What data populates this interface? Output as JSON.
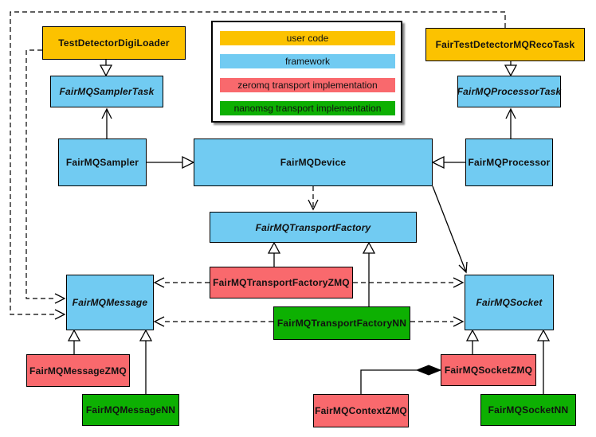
{
  "colors": {
    "user-code": "#fcc200",
    "framework": "#71cbf2",
    "zeromq": "#f9696d",
    "nanomsg": "#0db002",
    "line": "#000000",
    "background": "#ffffff"
  },
  "legend": {
    "items": [
      {
        "label": "user code",
        "category": "user-code"
      },
      {
        "label": "framework",
        "category": "framework"
      },
      {
        "label": "zeromq transport implementation",
        "category": "zeromq"
      },
      {
        "label": "nanomsg transport implementation",
        "category": "nanomsg"
      }
    ]
  },
  "nodes": [
    {
      "id": "TestDetectorDigiLoader",
      "label": "TestDetectorDigiLoader",
      "category": "user-code",
      "abstract": false
    },
    {
      "id": "FairTestDetectorMQRecoTask",
      "label": "FairTestDetectorMQRecoTask",
      "category": "user-code",
      "abstract": false
    },
    {
      "id": "FairMQSamplerTask",
      "label": "FairMQSamplerTask",
      "category": "framework",
      "abstract": true
    },
    {
      "id": "FairMQProcessorTask",
      "label": "FairMQProcessorTask",
      "category": "framework",
      "abstract": true
    },
    {
      "id": "FairMQSampler",
      "label": "FairMQSampler",
      "category": "framework",
      "abstract": false
    },
    {
      "id": "FairMQDevice",
      "label": "FairMQDevice",
      "category": "framework",
      "abstract": false
    },
    {
      "id": "FairMQProcessor",
      "label": "FairMQProcessor",
      "category": "framework",
      "abstract": false
    },
    {
      "id": "FairMQTransportFactory",
      "label": "FairMQTransportFactory",
      "category": "framework",
      "abstract": true
    },
    {
      "id": "FairMQTransportFactoryZMQ",
      "label": "FairMQTransportFactoryZMQ",
      "category": "zeromq",
      "abstract": false
    },
    {
      "id": "FairMQTransportFactoryNN",
      "label": "FairMQTransportFactoryNN",
      "category": "nanomsg",
      "abstract": false
    },
    {
      "id": "FairMQMessage",
      "label": "FairMQMessage",
      "category": "framework",
      "abstract": true
    },
    {
      "id": "FairMQSocket",
      "label": "FairMQSocket",
      "category": "framework",
      "abstract": true
    },
    {
      "id": "FairMQMessageZMQ",
      "label": "FairMQMessageZMQ",
      "category": "zeromq",
      "abstract": false
    },
    {
      "id": "FairMQMessageNN",
      "label": "FairMQMessageNN",
      "category": "nanomsg",
      "abstract": false
    },
    {
      "id": "FairMQSocketZMQ",
      "label": "FairMQSocketZMQ",
      "category": "zeromq",
      "abstract": false
    },
    {
      "id": "FairMQSocketNN",
      "label": "FairMQSocketNN",
      "category": "nanomsg",
      "abstract": false
    },
    {
      "id": "FairMQContextZMQ",
      "label": "FairMQContextZMQ",
      "category": "zeromq",
      "abstract": false
    }
  ],
  "relationships": [
    {
      "from": "TestDetectorDigiLoader",
      "to": "FairMQSamplerTask",
      "type": "inheritance"
    },
    {
      "from": "FairTestDetectorMQRecoTask",
      "to": "FairMQProcessorTask",
      "type": "inheritance"
    },
    {
      "from": "FairMQSampler",
      "to": "FairMQSamplerTask",
      "type": "association"
    },
    {
      "from": "FairMQProcessor",
      "to": "FairMQProcessorTask",
      "type": "association"
    },
    {
      "from": "FairMQSampler",
      "to": "FairMQDevice",
      "type": "inheritance"
    },
    {
      "from": "FairMQProcessor",
      "to": "FairMQDevice",
      "type": "inheritance"
    },
    {
      "from": "FairMQDevice",
      "to": "FairMQTransportFactory",
      "type": "dependency"
    },
    {
      "from": "FairMQDevice",
      "to": "FairMQSocket",
      "type": "association"
    },
    {
      "from": "FairMQTransportFactoryZMQ",
      "to": "FairMQTransportFactory",
      "type": "inheritance"
    },
    {
      "from": "FairMQTransportFactoryNN",
      "to": "FairMQTransportFactory",
      "type": "inheritance"
    },
    {
      "from": "FairMQTransportFactoryZMQ",
      "to": "FairMQMessage",
      "type": "dependency"
    },
    {
      "from": "FairMQTransportFactoryZMQ",
      "to": "FairMQSocket",
      "type": "dependency"
    },
    {
      "from": "FairMQTransportFactoryNN",
      "to": "FairMQMessage",
      "type": "dependency"
    },
    {
      "from": "FairMQTransportFactoryNN",
      "to": "FairMQSocket",
      "type": "dependency"
    },
    {
      "from": "TestDetectorDigiLoader",
      "to": "FairMQMessage",
      "type": "dependency"
    },
    {
      "from": "FairTestDetectorMQRecoTask",
      "to": "FairMQMessage",
      "type": "dependency"
    },
    {
      "from": "FairMQMessageZMQ",
      "to": "FairMQMessage",
      "type": "inheritance"
    },
    {
      "from": "FairMQMessageNN",
      "to": "FairMQMessage",
      "type": "inheritance"
    },
    {
      "from": "FairMQSocketZMQ",
      "to": "FairMQSocket",
      "type": "inheritance"
    },
    {
      "from": "FairMQSocketNN",
      "to": "FairMQSocket",
      "type": "inheritance"
    },
    {
      "from": "FairMQSocketZMQ",
      "to": "FairMQContextZMQ",
      "type": "composition"
    }
  ]
}
